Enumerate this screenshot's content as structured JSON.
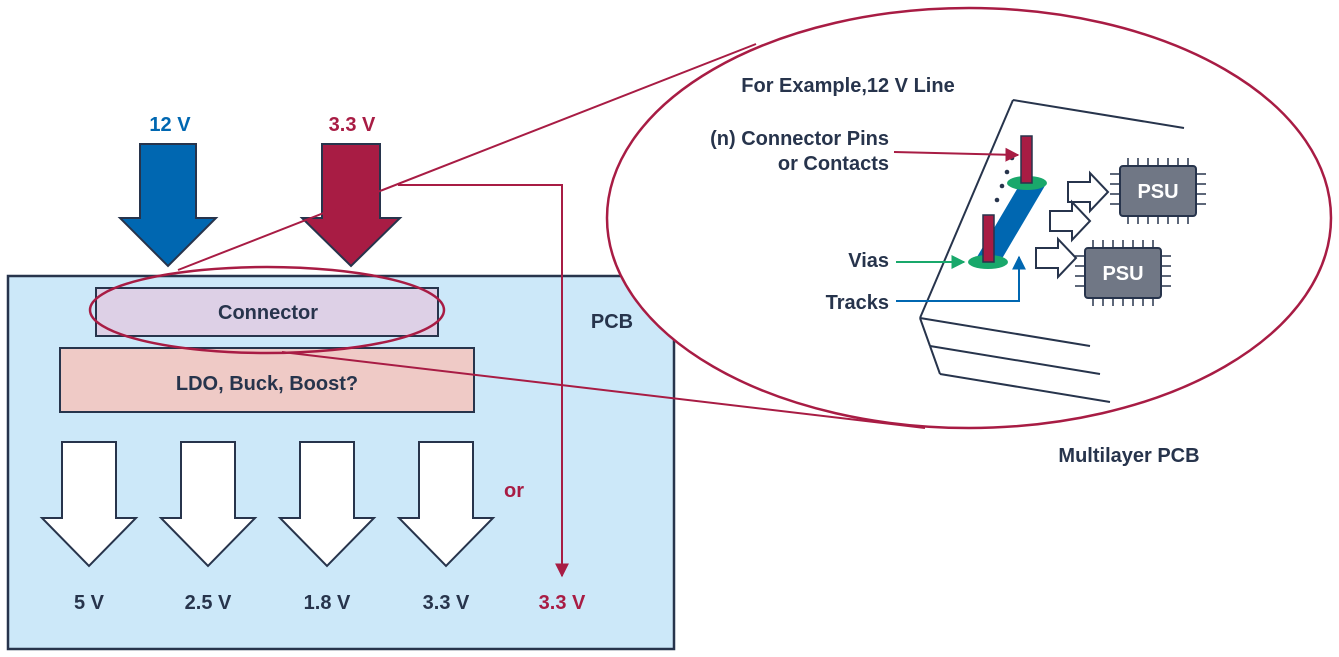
{
  "inputs": {
    "v12_label": "12 V",
    "v33_label": "3.3 V"
  },
  "pcb": {
    "label": "PCB",
    "connector_label": "Connector",
    "regulator_label": "LDO, Buck, Boost?",
    "outputs": [
      "5 V",
      "2.5 V",
      "1.8 V",
      "3.3 V"
    ],
    "or_label": "or",
    "direct_output_label": "3.3 V"
  },
  "zoom": {
    "title": "For Example,12 V Line",
    "pins_label_line1": "(n) Connector Pins",
    "pins_label_line2": "or Contacts",
    "vias_label": "Vias",
    "tracks_label": "Tracks",
    "psu_labels": [
      "PSU",
      "PSU"
    ],
    "caption": "Multilayer PCB"
  },
  "colors": {
    "blue": "#0067b1",
    "crimson": "#a81c44",
    "teal": "#19a86b",
    "navy": "#27344c",
    "pcb_fill": "#cce8f9",
    "connector_fill": "#ddd0e6",
    "regulator_fill": "#efcac6",
    "chip": "#707785"
  }
}
